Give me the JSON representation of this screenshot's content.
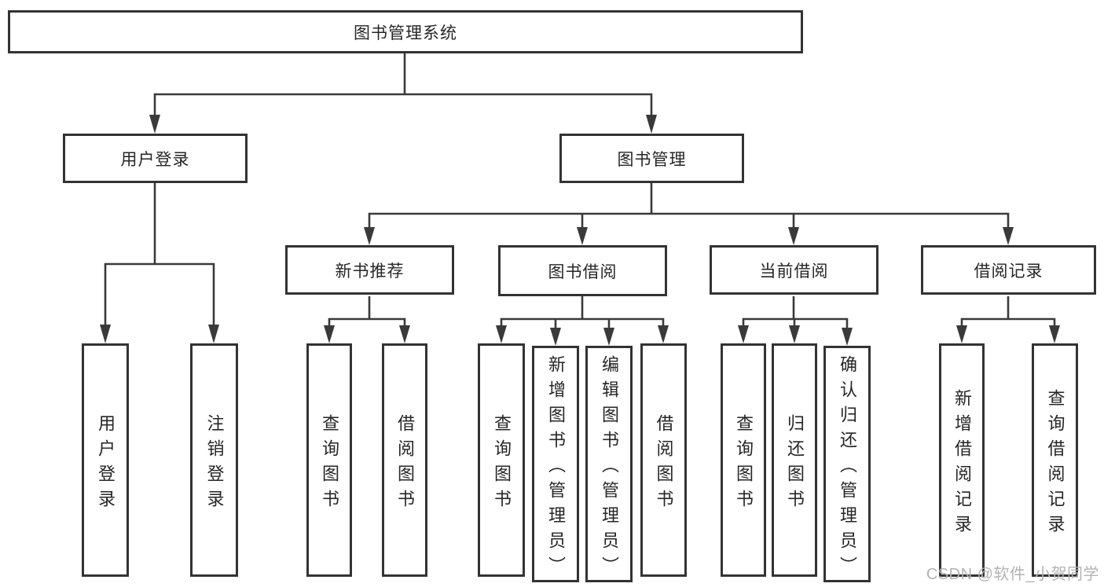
{
  "diagram_title": "图书管理系统",
  "watermark": "CSDN @软件_小贺同学",
  "colors": {
    "line": "#3a3a3a",
    "box_border": "#333333",
    "text": "#262626",
    "watermark": "#b3b3b3",
    "background": "#ffffff"
  },
  "nodes": {
    "root": {
      "label": "图书管理系统"
    },
    "user_login": {
      "label": "用户登录"
    },
    "book_mgmt": {
      "label": "图书管理"
    },
    "new_book_rec": {
      "label": "新书推荐"
    },
    "book_borrow": {
      "label": "图书借阅"
    },
    "current_borrow": {
      "label": "当前借阅"
    },
    "borrow_record": {
      "label": "借阅记录"
    },
    "leaves": {
      "ul1": "用户登录",
      "ul2": "注销登录",
      "nb1": "查询图书",
      "nb2": "借阅图书",
      "bb1": "查询图书",
      "bb2": "新增图书（管理员）",
      "bb3": "编辑图书（管理员）",
      "bb4": "借阅图书",
      "cb1": "查询图书",
      "cb2": "归还图书",
      "cb3": "确认归还（管理员）",
      "br1": "新增借阅记录",
      "br2": "查询借阅记录"
    }
  },
  "hierarchy": {
    "图书管理系统": {
      "用户登录": [
        "用户登录",
        "注销登录"
      ],
      "图书管理": {
        "新书推荐": [
          "查询图书",
          "借阅图书"
        ],
        "图书借阅": [
          "查询图书",
          "新增图书（管理员）",
          "编辑图书（管理员）",
          "借阅图书"
        ],
        "当前借阅": [
          "查询图书",
          "归还图书",
          "确认归还（管理员）"
        ],
        "借阅记录": [
          "新增借阅记录",
          "查询借阅记录"
        ]
      }
    }
  }
}
